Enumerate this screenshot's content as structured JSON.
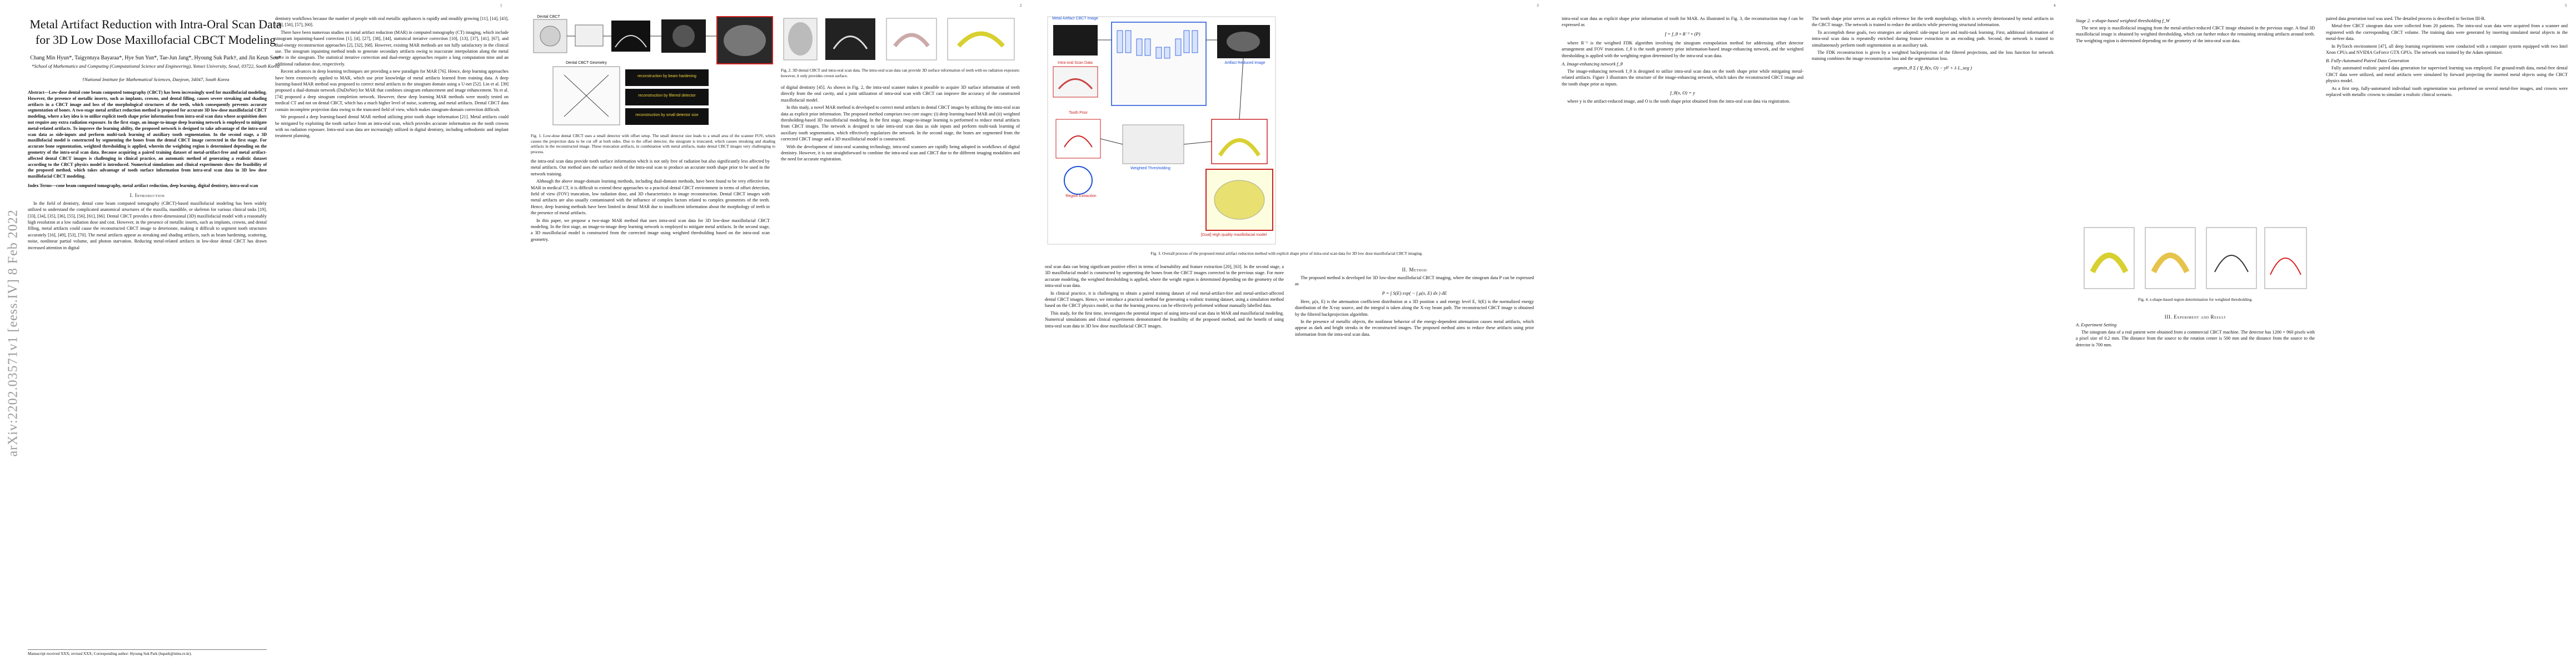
{
  "arxiv_stamp": "arXiv:2202.03571v1  [eess.IV]  8 Feb 2022",
  "page_numbers": [
    "1",
    "2",
    "3",
    "4",
    "5"
  ],
  "paper": {
    "title": "Metal Artifact Reduction with Intra-Oral Scan Data for 3D Low Dose Maxillofacial CBCT Modeling",
    "authors": "Chang Min Hyun*, Taigyntuya Bayaraa*, Hye Sun Yun*, Tae-Jun Jang*, Hyoung Suk Park†, and Jin Keun Seo*",
    "affiliation_1": "*School of Mathematics and Computing (Computational Science and Engineering), Yonsei University, Seoul, 03722, South Korea",
    "affiliation_2": "†National Institute for Mathematical Sciences, Daejeon, 34047, South Korea"
  },
  "page1": {
    "abstract": "Abstract—Low-dose dental cone beam computed tomography (CBCT) has been increasingly used for maxillofacial modeling. However, the presence of metallic inserts, such as implants, crowns, and dental filling, causes severe streaking and shading artifacts in a CBCT image and loss of the morphological structures of the teeth, which consequently prevents accurate segmentation of bones. A two-stage metal artifact reduction method is proposed for accurate 3D low-dose maxillofacial CBCT modeling, where a key idea is to utilize explicit tooth shape prior information from intra-oral scan data whose acquisition does not require any extra radiation exposure. In the first stage, an image-to-image deep learning network is employed to mitigate metal-related artifacts. To improve the learning ability, the proposed network is designed to take advantage of the intra-oral scan data as side-inputs and perform multi-task learning of auxiliary tooth segmentation. In the second stage, a 3D maxillofacial model is constructed by segmenting the bones from the dental CBCT image corrected in the first stage. For accurate bone segmentation, weighted thresholding is applied, wherein the weighting region is determined depending on the geometry of the intra-oral scan data. Because acquiring a paired training dataset of metal-artifact-free and metal artifact-affected dental CBCT images is challenging in clinical practice, an automatic method of generating a realistic dataset according to the CBCT physics model is introduced. Numerical simulations and clinical experiments show the feasibility of the proposed method, which takes advantage of tooth surface information from intra-oral scan data in 3D low dose maxillofacial CBCT modeling.",
    "index_terms": "Index Terms—cone beam computed tomography, metal artifact reduction, deep learning, digital dentistry, intra-oral scan",
    "intro_heading": "I. Introduction",
    "intro_p1": "In the field of dentistry, dental cone beam computed tomography (CBCT)-based maxillofacial modeling has been widely utilized to understand the complicated anatomical structures of the maxilla, mandible, or skeleton for various clinical tasks [19], [33], [34], [35], [36], [55], [56], [61], [66]. Dental CBCT provides a three-dimensional (3D) maxillofacial model with a reasonably high resolution at a low radiation dose and cost. However, in the presence of metallic inserts, such as implants, crowns, and dental filling, metal artifacts could cause the reconstructed CBCT image to deteriorate, making it difficult to segment tooth structures accurately [16], [49], [53], [70]. The metal artifacts appear as streaking and shading artifacts, such as beam hardening, scattering, noise, nonlinear partial volume, and photon starvation. Reducing metal-related artifacts in low-dose dental CBCT has drawn increased attention in digital",
    "footnote": "Manuscript received XXX; revised XXX; Corresponding author: Hyoung Suk Park (hspark@nims.re.kr).",
    "col2_p1": "dentistry workflows because the number of people with oral metallic appliances is rapidly and steadily growing [11], [14], [43], [46], [50], [57], [60].",
    "col2_p2": "There have been numerous studies on metal artifact reduction (MAR) in computed tomography (CT) imaging, which include sinogram inpainting-based correction [1], [4], [27], [38], [44], statistical iterative correction [10], [13], [37], [41], [67], and dual-energy reconstruction approaches [2], [32], [68]. However, existing MAR methods are not fully satisfactory in the clinical use. The sinogram inpainting method tends to generate secondary artifacts owing to inaccurate interpolation along the metal trace in the sinogram. The statistical iterative correction and dual-energy approaches require a long computation time and an additional radiation dose, respectively.",
    "col2_p3": "Recent advances in deep learning techniques are providing a new paradigm for MAR [76]. Hence, deep learning approaches have been extensively applied to MAR, which use prior knowledge of metal artifacts learned from training data. A deep learning-based MAR method was proposed to correct metal artifacts in the sinogram domain using a U-net [52]. Lin et al. [39] proposed a dual-domain network (DuDoNet) for MAR that combines sinogram enhancement and image enhancement. Yu et al. [74] proposed a deep sinogram completion network. However, these deep learning MAR methods were mostly tested on medical CT and not on dental CBCT, which has a much higher level of noise, scattering, and metal artifacts. Dental CBCT data contain incomplete projection data owing to the truncated field of view, which makes sinogram-domain correction difficult.",
    "col2_p4": "We proposed a deep learning-based dental MAR method utilizing prior tooth shape information [21]. Metal artifacts could be mitigated by exploiting the tooth surface from an intra-oral scan, which provides accurate information on the tooth crowns with no radiation exposure. Intra-oral scan data are increasingly utilized in digital dentistry, including orthodontic and implant treatment planning."
  },
  "page2": {
    "fig1_caption": "Fig. 1. Low-dose dental CBCT uses a small detector with offset setup. The small detector size leads to a small area of the scanner FOV, which causes the projection data to be cut off at both sides. Due to the offset detector, the sinogram is truncated, which causes streaking and shading artifacts in the reconstructed image. These truncation artifacts, in combination with metal artifacts, make dental CBCT images very challenging to process.",
    "fig1_labels": {
      "dental_cbct": "Dental CBCT",
      "geometry": "Dental CBCT Geometry",
      "recon_beam": "reconstruction by beam hardening",
      "recon_filter": "reconstruction by filtered detector",
      "recon_small": "reconstruction by small detector size"
    },
    "col1_p1": "the intra-oral scan data provide tooth surface information which is not only free of radiation but also significantly less affected by metal artifacts. Our method uses the surface mesh of the intra-oral scan to produce an accurate tooth shape prior to be used in the network training.",
    "col1_p2": "Although the above image-domain learning methods, including dual-domain methods, have been found to be very effective for MAR in medical CT, it is difficult to extend these approaches to a practical dental CBCT environment in terms of offset detection, field of view (FOV) truncation, low radiation dose, and 3D characteristics in image reconstruction. Dental CBCT images with metal artifacts are also usually contaminated with the influence of complex factors related to complex geometries of the teeth. Hence, deep learning methods have been limited in dental MAR due to insufficient information about the morphology of teeth in the presence of metal artifacts.",
    "col1_p3": "In this paper, we propose a two-stage MAR method that uses intra-oral scan data for 3D low-dose maxillofacial CBCT modeling. In the first stage, an image-to-image deep learning network is employed to mitigate metal artifacts. In the second stage, a 3D maxillofacial model is constructed from the corrected image using weighted thresholding based on the intra-oral scan geometry.",
    "fig2_caption": "Fig. 2. 3D dental CBCT and intra-oral scan data. The intra-oral scan data can provide 3D surface information of teeth with no radiation exposure; however, it only provides crown surface.",
    "col2_p1": "of digital dentistry [45]. As shown in Fig. 2, the intra-oral scanner makes it possible to acquire 3D surface information of teeth directly from the oral cavity, and a joint utilization of intra-oral scan with CBCT can improve the accuracy of the constructed maxillofacial model.",
    "col2_p2": "In this study, a novel MAR method is developed to correct metal artifacts in dental CBCT images by utilizing the intra-oral scan data as explicit prior information. The proposed method comprises two core stages: (i) deep learning-based MAR and (ii) weighted thresholding-based 3D maxillofacial modeling. In the first stage, image-to-image learning is performed to reduce metal artifacts from CBCT images. The network is designed to take intra-oral scan data as side inputs and perform multi-task learning of auxiliary tooth segmentation, which effectively regularizes the network. In the second stage, the bones are segmented from the corrected CBCT image and a 3D maxillofacial model is constructed.",
    "col2_p3": "With the development of intra-oral scanning technology, intra-oral scanners are rapidly being adopted in workflows of digital dentistry. However, it is not straightforward to combine the intra-oral scan and CBCT due to the different imaging modalities and the need for accurate registration."
  },
  "page3": {
    "fig3_caption": "Fig. 3. Overall process of the proposed metal artifact reduction method with explicit shape prior of intra-oral scan data for 3D low dose maxillofacial CBCT imaging.",
    "fig3_labels": {
      "input": "Metal Artifact CBCT Image",
      "seg": "Intra-oral Scan Data",
      "prior": "Tooth Prior",
      "reduced": "Artifact Reduced Image",
      "region": "Region Extraction",
      "weight": "Weighted Thresholding",
      "goal": "[Goal] High quality maxillofacial model"
    },
    "col1_p1": "oral scan data can bring significant positive effect in terms of learnability and feature extraction [20], [63]. In the second stage, a 3D maxillofacial model is constructed by segmenting the bones from the CBCT images corrected in the previous stage. For more accurate modeling, the weighted thresholding is applied, where the weight region is determined depending on the geometry of the intra-oral scan data.",
    "col1_p2": "In clinical practice, it is challenging to obtain a paired training dataset of real metal-artifact-free and metal-artifact-affected dental CBCT images. Hence, we introduce a practical method for generating a realistic training dataset, using a simulation method based on the CBCT physics model, so that the learning process can be effectively performed without manually labelled data.",
    "col1_p3": "This study, for the first time, investigates the potential impact of using intra-oral scan data in MAR and maxillofacial modeling. Numerical simulations and clinical experiments demonstrated the feasibility of the proposed method, and the benefit of using intra-oral scan data in 3D low dose maxillofacial CBCT images.",
    "col2_heading": "II. Method",
    "col2_p1": "The proposed method is developed for 3D low-dose maxillofacial CBCT imaging, where the sinogram data P can be expressed as",
    "eq1": "P = ∫ S(E) exp( − ∫ μ(x, E) dx ) dE",
    "col2_p2": "Here, μ(x, E) is the attenuation coefficient distribution at a 3D position x and energy level E, S(E) is the normalized energy distribution of the X-ray source, and the integral is taken along the X-ray beam path. The reconstructed CBCT image is obtained by the filtered backprojection algorithm.",
    "col2_p3": "In the presence of metallic objects, the nonlinear behavior of the energy-dependent attenuation causes metal artifacts, which appear as dark and bright streaks in the reconstructed images. The proposed method aims to reduce these artifacts using prior information from the intra-oral scan data."
  },
  "page4": {
    "col1_p1": "intra-oral scan data as explicit shape prior information of tooth for MAR. As illustrated in Fig. 3, the reconstruction map f can be expressed as",
    "eq2": "f = f_θ ∘ R⁻¹ ∘ (P)",
    "col1_p2": "where R⁻¹ is the weighted FDK algorithm involving the sinogram extrapolation method for addressing offset detector arrangement and FOV truncation. f_θ is the tooth geometry prior information-based image-enhancing network, and the weighted thresholding is applied with the weighting region determined by the intra-oral scan data.",
    "subsec_a": "A. Image-enhancing network f_θ",
    "col1_p3": "The image-enhancing network f_θ is designed to utilize intra-oral scan data on the tooth shape prior while mitigating metal-related artifacts. Figure 3 illustrates the structure of the image-enhancing network, which takes the reconstructed CBCT image and the tooth shape prior as inputs.",
    "eq3": "f_θ(x, O) = y",
    "col1_p4": "where y is the artifact-reduced image, and O is the tooth shape prior obtained from the intra-oral scan data via registration.",
    "col2_p1": "The tooth shape prior serves as an explicit reference for the teeth morphology, which is severely deteriorated by metal artifacts in the CBCT image. The network is trained to reduce the artifacts while preserving structural information.",
    "col2_p2": "To accomplish these goals, two strategies are adopted: side-input layer and multi-task learning. First, additional information of intra-oral scan data is repeatedly enriched during feature extraction in an encoding path. Second, the network is trained to simultaneously perform tooth segmentation as an auxiliary task.",
    "col2_p3": "The FDK reconstruction is given by a weighted backprojection of the filtered projections, and the loss function for network training combines the image reconstruction loss and the segmentation loss.",
    "eq4": "argmin_θ  Σ ( ‖f_θ(x, O) − y‖² + λ L_seg )"
  },
  "page5": {
    "subsec_b": "Stage 2. s-shape-based weighted thresholding f_W",
    "col1_p1": "The next step is maxillofacial imaging from the metal-artifact-reduced CBCT image obtained in the previous stage. A final 3D maxillofacial image is obtained by weighted thresholding, which can further reduce the remaining streaking artifacts around teeth. The weighting region is determined depending on the geometry of the intra-oral scan data.",
    "fig4_caption": "Fig. 4. s-shape-based region determination for weighted thresholding.",
    "sec_exp": "III. Experiment and Result",
    "subsec_exp": "A. Experiment Setting",
    "col1_p2": "The sinogram data of a real patient were obtained from a commercial CBCT machine. The detector has 1200 × 960 pixels with a pixel size of 0.2 mm. The distance from the source to the rotation center is 500 mm and the distance from the source to the detector is 700 mm.",
    "col2_p1": "paired data generation tool was used. The detailed process is described in Section III-B.",
    "col2_p2": "Metal-free CBCT sinogram data were collected from 20 patients. The intra-oral scan data were acquired from a scanner and registered with the corresponding CBCT volume. The training data were generated by inserting simulated metal objects in the metal-free data.",
    "col2_p3": "In PyTorch environment [47], all deep learning experiments were conducted with a computer system equipped with two Intel Xeon CPUs and NVIDIA GeForce GTX GPUs. The network was trained by the Adam optimizer.",
    "subsec_fully": "B. Fully-Automated Paired Data Generation",
    "col2_p4": "Fully automated realistic paired data generation for supervised learning was employed. For ground-truth data, metal-free dental CBCT data were utilized, and metal artifacts were simulated by forward projecting the inserted metal objects using the CBCT physics model.",
    "col2_p5": "As a first step, fully-automated individual tooth segmentation was performed on several metal-free images, and crowns were replaced with metallic crowns to simulate a realistic clinical scenario."
  }
}
